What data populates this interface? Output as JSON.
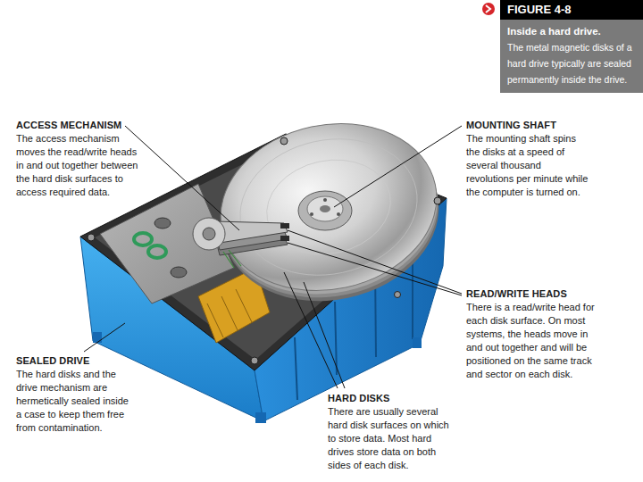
{
  "diagram": {
    "nodes": [
      {
        "text": [
          "FIGURE 4-8",
          "Inside a hard drive.",
          "The metal magnetic disks of a hard drive typically are sealed permanently inside the drive."
        ]
      }
    ],
    "labels": [
      "ACCESS MECHANISM",
      "The access mechanism moves the read/write heads in and out together between the hard disk surfaces to access required data.",
      "MOUNTING SHAFT",
      "The mounting shaft spins the disks at a speed of several thousand revolutions per minute while the computer is turned on.",
      "READ/WRITE HEADS",
      "There is a read/write head for each disk surface. On most systems, the heads move in and out together and will be positioned on the same track and sector on each disk.",
      "SEALED DRIVE",
      "The hard disks and the drive mechanism are hermetically sealed inside a case to keep them free from contamination.",
      "HARD DISKS",
      "There are usually several hard disk surfaces on which to store data. Most hard drives store data on both sides of each disk."
    ]
  }
}
